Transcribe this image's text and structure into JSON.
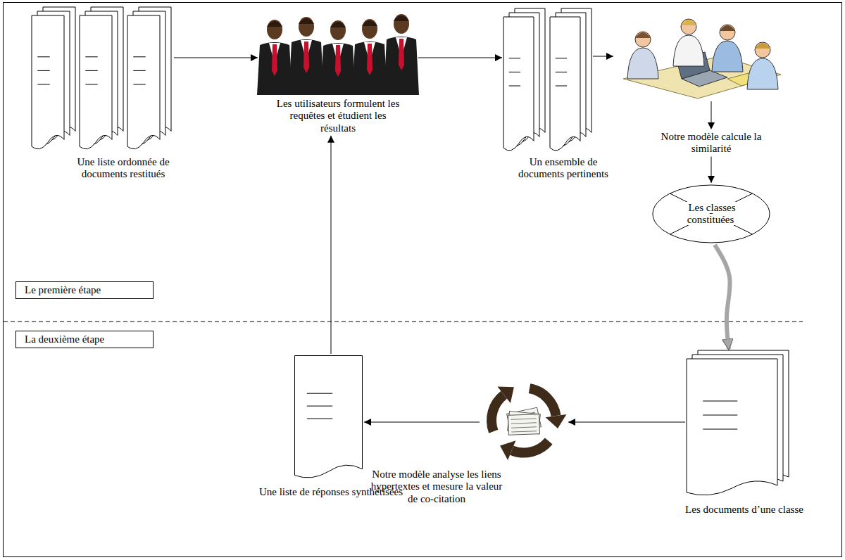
{
  "diagram": {
    "nodes": [
      {
        "text": [
          "Une liste ordonnée de documents restitués"
        ]
      },
      {
        "text": [
          "Les utilisateurs formulent les requêtes et étudient les résultats"
        ]
      },
      {
        "text": [
          "Un ensemble de documents pertinents"
        ]
      },
      {
        "text": [
          "Notre modèle calcule la similarité"
        ]
      },
      {
        "text": [
          "Les classes constituées"
        ]
      },
      {
        "text": [
          "Les documents d’une classe"
        ]
      },
      {
        "text": [
          "Notre modèle analyse les liens hypertextes et mesure la valeur de co-citation"
        ]
      },
      {
        "text": [
          "Une liste de réponses synthétisées"
        ]
      },
      {
        "text": [
          "Le première étape"
        ]
      },
      {
        "text": [
          "La deuxième étape"
        ]
      }
    ],
    "edges": [
      {
        "from": 0,
        "to": 1,
        "arrow": "to"
      },
      {
        "from": 1,
        "to": 2,
        "arrow": "to"
      },
      {
        "from": 2,
        "to": 3,
        "arrow": "to"
      },
      {
        "from": 3,
        "to": 4,
        "arrow": "to"
      },
      {
        "from": 4,
        "to": 5,
        "arrow": "to"
      },
      {
        "from": 5,
        "to": 6,
        "arrow": "to"
      },
      {
        "from": 6,
        "to": 7,
        "arrow": "to"
      },
      {
        "from": 7,
        "to": 1,
        "arrow": "to"
      }
    ]
  }
}
